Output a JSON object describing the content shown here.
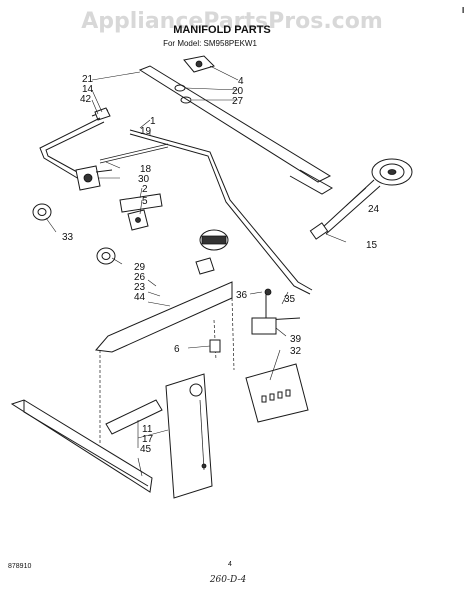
{
  "watermark": "AppliancePartsPros.com",
  "title": "MANIFOLD PARTS",
  "subtitle": "For Model: SM958PEKW1",
  "corner_mark": "I",
  "callouts": [
    "21",
    "14",
    "42",
    "4",
    "20",
    "27",
    "1",
    "19",
    "18",
    "30",
    "2",
    "5",
    "33",
    "24",
    "15",
    "29",
    "26",
    "23",
    "44",
    "36",
    "35",
    "6",
    "39",
    "32",
    "11",
    "17",
    "45"
  ],
  "footer": {
    "left_code": "878910",
    "page_number": "4",
    "handwritten": "260-D-4"
  }
}
